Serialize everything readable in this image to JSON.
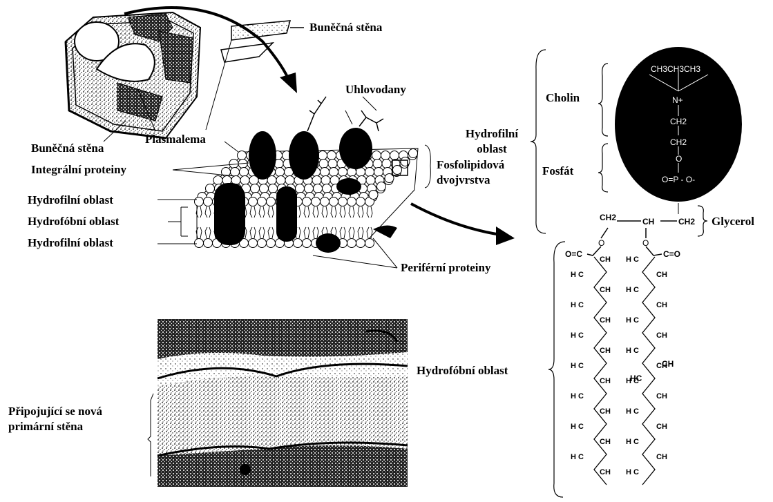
{
  "labels": {
    "bunecna_stena_top": "Buněčná stěna",
    "bunecna_stena_left": "Buněčná stěna",
    "plasmalema": "Plasmalema",
    "uhlovodany": "Uhlovodany",
    "integralni_proteiny": "Integrální proteiny",
    "hydrofilni_oblast_1": "Hydrofilní oblast",
    "hydrofobni_oblast_1": "Hydrofóbní oblast",
    "hydrofilni_oblast_2": "Hydrofilní oblast",
    "periferni_proteiny": "Periférní proteiny",
    "hydrofilni_oblast_3_line1": "Hydrofilní",
    "hydrofilni_oblast_3_line2": "oblast",
    "fosfolipidova_line1": "Fosfolipidová",
    "fosfolipidova_line2": "dvojvrstva",
    "cholin": "Cholin",
    "fosfat": "Fosfát",
    "glycerol": "Glycerol",
    "hydrofobni_oblast_2": "Hydrofóbní oblast",
    "pripojujici_line1": "Připojující se nová",
    "pripojujici_line2": "primární stěna"
  },
  "molecule": {
    "ch3_group": "CH3CH3CH3",
    "n_plus": "N+",
    "ch2_a": "CH2",
    "ch2_b": "CH2",
    "o": "O",
    "phosphate": "O=P - O-",
    "o2": "O",
    "glycerol_c1": "CH2",
    "glycerol_c2": "CH",
    "glycerol_c3": "CH2",
    "ester_o_left": "O",
    "ester_o_right": "O",
    "carbonyl_left": "O=C",
    "carbonyl_right": "C=O",
    "hc": "HC",
    "ch": "CH"
  },
  "colors": {
    "ink": "#000000",
    "paper": "#ffffff"
  }
}
